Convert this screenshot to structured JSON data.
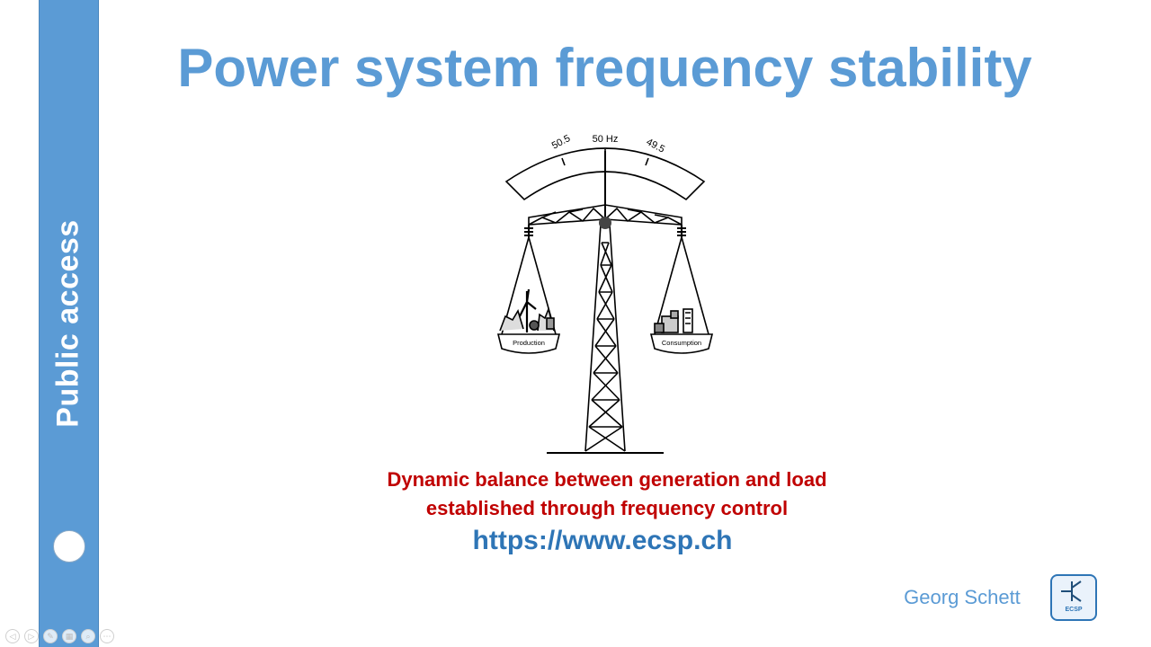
{
  "slide": {
    "title": "Power system frequency stability",
    "side_label": "Public access",
    "caption_line1": "Dynamic balance between generation and load",
    "caption_line2": "established through frequency control",
    "url": "https://www.ecsp.ch",
    "author": "Georg Schett",
    "logo_text": "ECSP"
  },
  "gauge": {
    "left_tick": "50.5",
    "center_tick": "50 Hz",
    "right_tick": "49.5"
  },
  "pans": {
    "left_label": "Production",
    "right_label": "Consumption"
  },
  "controls": [
    {
      "name": "prev-slide-icon",
      "glyph": "◁"
    },
    {
      "name": "next-slide-icon",
      "glyph": "▷"
    },
    {
      "name": "pen-icon",
      "glyph": "✎"
    },
    {
      "name": "slides-icon",
      "glyph": "▦"
    },
    {
      "name": "zoom-icon",
      "glyph": "⌕"
    },
    {
      "name": "more-icon",
      "glyph": "⋯"
    }
  ],
  "colors": {
    "accent": "#5b9bd5",
    "caption": "#c00000",
    "url": "#2e75b6"
  }
}
